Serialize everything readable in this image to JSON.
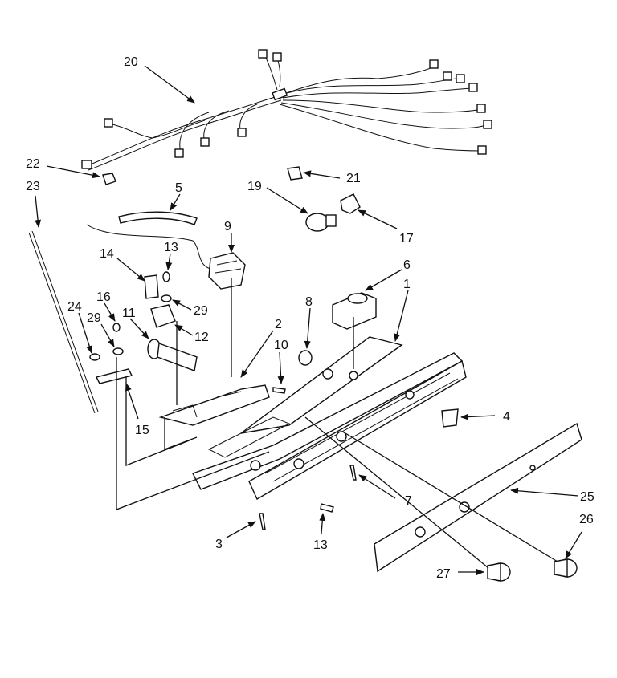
{
  "labels": [
    "20",
    "22",
    "21",
    "19",
    "17",
    "23",
    "5",
    "9",
    "14",
    "13",
    "6",
    "1",
    "8",
    "24",
    "16",
    "29",
    "11",
    "29",
    "12",
    "2",
    "10",
    "4",
    "15",
    "7",
    "25",
    "26",
    "3",
    "13",
    "27"
  ]
}
